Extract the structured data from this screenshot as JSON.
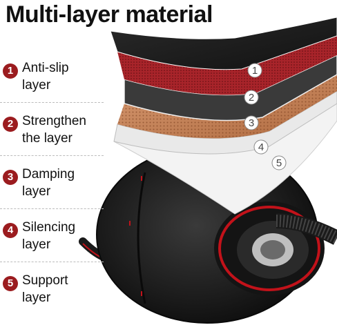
{
  "title": "Multi-layer material",
  "colors": {
    "accent": "#9b1c1f",
    "badge": "#9b1c1f",
    "wheel": "#1c1c1c",
    "rim_red": "#c2121a"
  },
  "layers": [
    {
      "number": "1",
      "line1": "Anti-slip",
      "line2": "layer"
    },
    {
      "number": "2",
      "line1": "Strengthen",
      "line2": "the layer"
    },
    {
      "number": "3",
      "line1": "Damping",
      "line2": "layer"
    },
    {
      "number": "4",
      "line1": "Silencing",
      "line2": "layer"
    },
    {
      "number": "5",
      "line1": "Support",
      "line2": "layer"
    }
  ]
}
